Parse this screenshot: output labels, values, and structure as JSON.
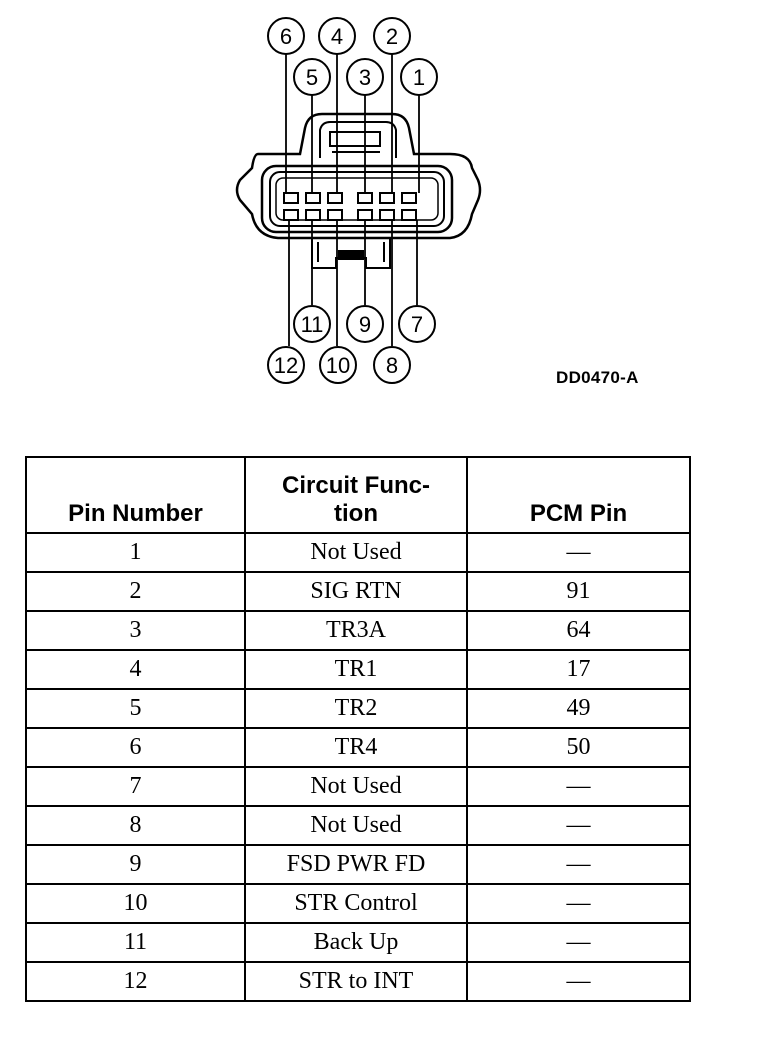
{
  "connector": {
    "figure_code": "DD0470-A",
    "pins_top": [
      {
        "label": "6"
      },
      {
        "label": "4"
      },
      {
        "label": "2"
      },
      {
        "label": "5"
      },
      {
        "label": "3"
      },
      {
        "label": "1"
      }
    ],
    "pins_bottom": [
      {
        "label": "11"
      },
      {
        "label": "9"
      },
      {
        "label": "7"
      },
      {
        "label": "12"
      },
      {
        "label": "10"
      },
      {
        "label": "8"
      }
    ]
  },
  "table": {
    "headers": [
      "Pin Number",
      "Circuit Func-\ntion",
      "PCM Pin"
    ],
    "rows": [
      [
        "1",
        "Not Used",
        "—"
      ],
      [
        "2",
        "SIG RTN",
        "91"
      ],
      [
        "3",
        "TR3A",
        "64"
      ],
      [
        "4",
        "TR1",
        "17"
      ],
      [
        "5",
        "TR2",
        "49"
      ],
      [
        "6",
        "TR4",
        "50"
      ],
      [
        "7",
        "Not Used",
        "—"
      ],
      [
        "8",
        "Not Used",
        "—"
      ],
      [
        "9",
        "FSD PWR FD",
        "—"
      ],
      [
        "10",
        "STR Control",
        "—"
      ],
      [
        "11",
        "Back Up",
        "—"
      ],
      [
        "12",
        "STR to INT",
        "—"
      ]
    ]
  }
}
